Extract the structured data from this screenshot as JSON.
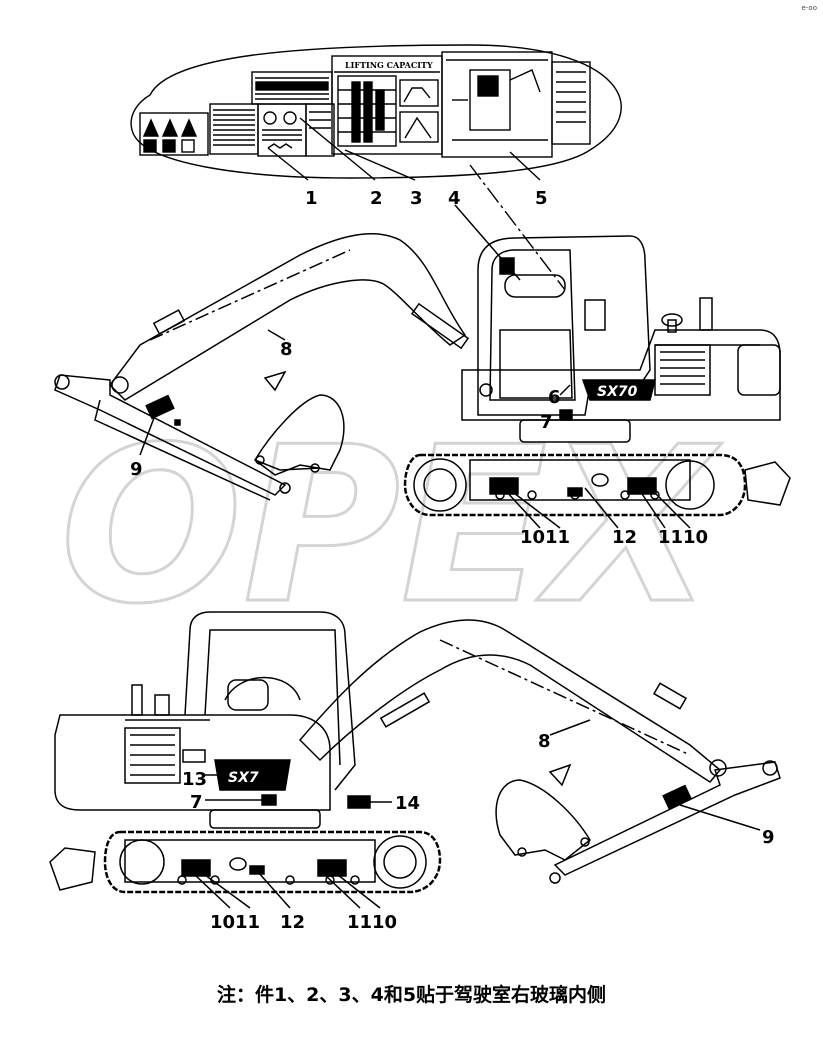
{
  "corner_mark": "e-oo",
  "watermark": "OPEX",
  "decal_sheet": {
    "lifting_capacity_title": "LIFTING CAPACITY"
  },
  "top_view_callouts": [
    "1",
    "2",
    "3",
    "4",
    "5",
    "6",
    "7",
    "8",
    "9",
    "10",
    "11",
    "12",
    "11",
    "10"
  ],
  "bottom_view_callouts": [
    "13",
    "7",
    "14",
    "8",
    "9",
    "10",
    "11",
    "12",
    "11",
    "10"
  ],
  "note": "注：件1、2、3、4和5贴于驾驶室右玻璃内侧"
}
